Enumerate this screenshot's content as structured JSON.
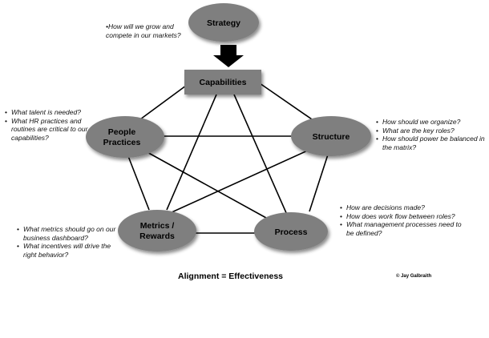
{
  "diagram": {
    "nodes": {
      "strategy": "Strategy",
      "capabilities": "Capabilities",
      "people_practices": [
        "People",
        "Practices"
      ],
      "structure": "Structure",
      "metrics_rewards": [
        "Metrics /",
        "Rewards"
      ],
      "process": "Process"
    },
    "notes": {
      "strategy": "•How will we grow and compete in our markets?",
      "people": [
        "What talent is needed?",
        "What HR practices and routines are critical to our capabilities?"
      ],
      "structure": [
        "How should we organize?",
        "What are the key roles?",
        "How should power be balanced in the matrix?"
      ],
      "metrics": [
        "What metrics should go on our business dashboard?",
        "What incentives will drive the right behavior?"
      ],
      "process": [
        "How are decisions made?",
        "How does work flow between roles?",
        "What management processes need to be defined?"
      ]
    },
    "caption": "Alignment = Effectiveness",
    "credit": "© Jay Galbraith",
    "colors": {
      "node_fill": "#7f7f7f",
      "node_shadow": "#bdbdbd",
      "line": "#000000",
      "arrow": "#000000"
    }
  }
}
